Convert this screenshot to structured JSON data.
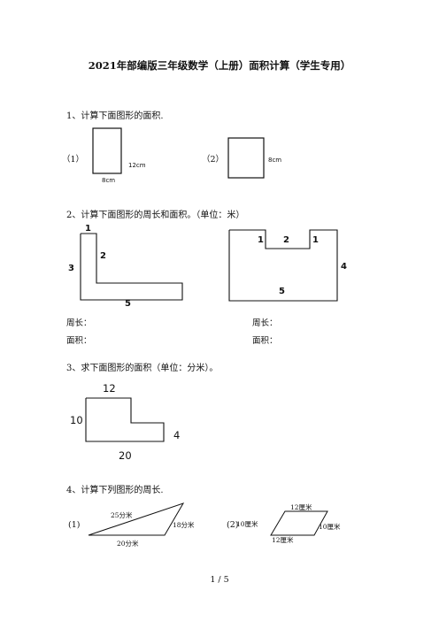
{
  "header": {
    "title": "2021年部编版三年级数学（上册）面积计算（学生专用）"
  },
  "q1": {
    "text": "1、计算下面图形的面积.",
    "fig1": {
      "mark": "（1）",
      "side_label": "12cm",
      "bottom_label": "8cm"
    },
    "fig2": {
      "mark": "（2）",
      "side_label": "8cm"
    }
  },
  "q2": {
    "text": "2、计算下面图形的周长和面积。（单位：米）",
    "left_shape": {
      "top": "1",
      "left": "3",
      "inner": "2",
      "bottom": "5"
    },
    "right_shape": {
      "top_left": "1",
      "top_mid": "2",
      "top_right": "1",
      "right": "4",
      "bottom": "5"
    },
    "perimeter_label": "周长：",
    "area_label": "面积："
  },
  "q3": {
    "text": "3、求下面图形的面积（单位：分米）。",
    "labels": {
      "top": "12",
      "left": "10",
      "right": "4",
      "bottom": "20"
    }
  },
  "q4": {
    "text": "4、计算下列图形的周长.",
    "fig1": {
      "mark": "(1)",
      "hyp": "25分米",
      "side": "18分米",
      "base": "20分米"
    },
    "fig2": {
      "mark": "(2)",
      "top": "12厘米",
      "left": "10厘米",
      "right": "10厘米",
      "bottom": "12厘米"
    }
  },
  "footer": {
    "page": "1 / 5"
  }
}
